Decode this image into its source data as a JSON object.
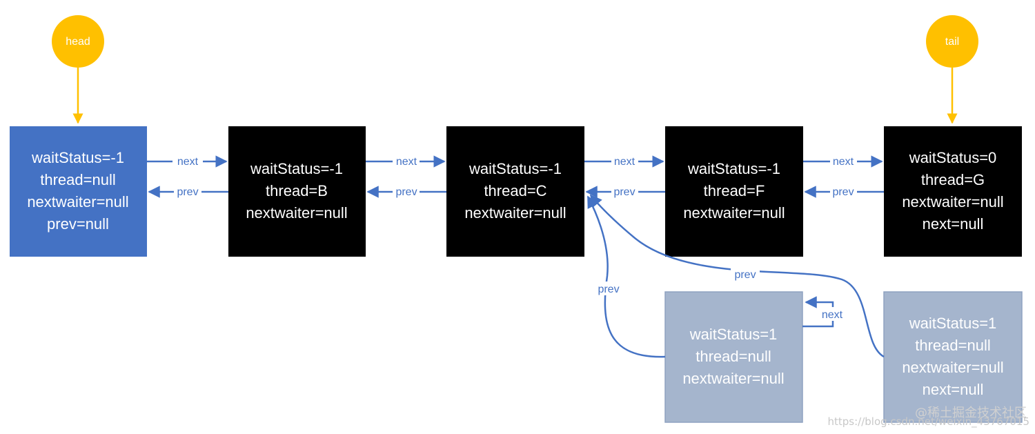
{
  "pointers": {
    "head": "head",
    "tail": "tail"
  },
  "nodes": [
    {
      "id": "n1",
      "lines": [
        "waitStatus=-1",
        "thread=null",
        "nextwaiter=null",
        "prev=null"
      ],
      "style": "head",
      "color": "#4472c4"
    },
    {
      "id": "n2",
      "lines": [
        "waitStatus=-1",
        "thread=B",
        "nextwaiter=null"
      ],
      "style": "active",
      "color": "#000000"
    },
    {
      "id": "n3",
      "lines": [
        "waitStatus=-1",
        "thread=C",
        "nextwaiter=null"
      ],
      "style": "active",
      "color": "#000000"
    },
    {
      "id": "n4",
      "lines": [
        "waitStatus=-1",
        "thread=F",
        "nextwaiter=null"
      ],
      "style": "active",
      "color": "#000000"
    },
    {
      "id": "n5",
      "lines": [
        "waitStatus=0",
        "thread=G",
        "nextwaiter=null",
        "next=null"
      ],
      "style": "active",
      "color": "#000000"
    },
    {
      "id": "n6",
      "lines": [
        "waitStatus=1",
        "thread=null",
        "nextwaiter=null"
      ],
      "style": "cancelled",
      "color": "#a5b5cd"
    },
    {
      "id": "n7",
      "lines": [
        "waitStatus=1",
        "thread=null",
        "nextwaiter=null",
        "next=null"
      ],
      "style": "cancelled",
      "color": "#a5b5cd"
    }
  ],
  "edges": {
    "next_label": "next",
    "prev_label": "prev"
  },
  "colors": {
    "pointer": "#ffc000",
    "arrow": "#4472c4"
  },
  "watermark": {
    "url": "https://blog.csdn.net/weixin_43767015",
    "site": "@稀土掘金技术社区"
  }
}
